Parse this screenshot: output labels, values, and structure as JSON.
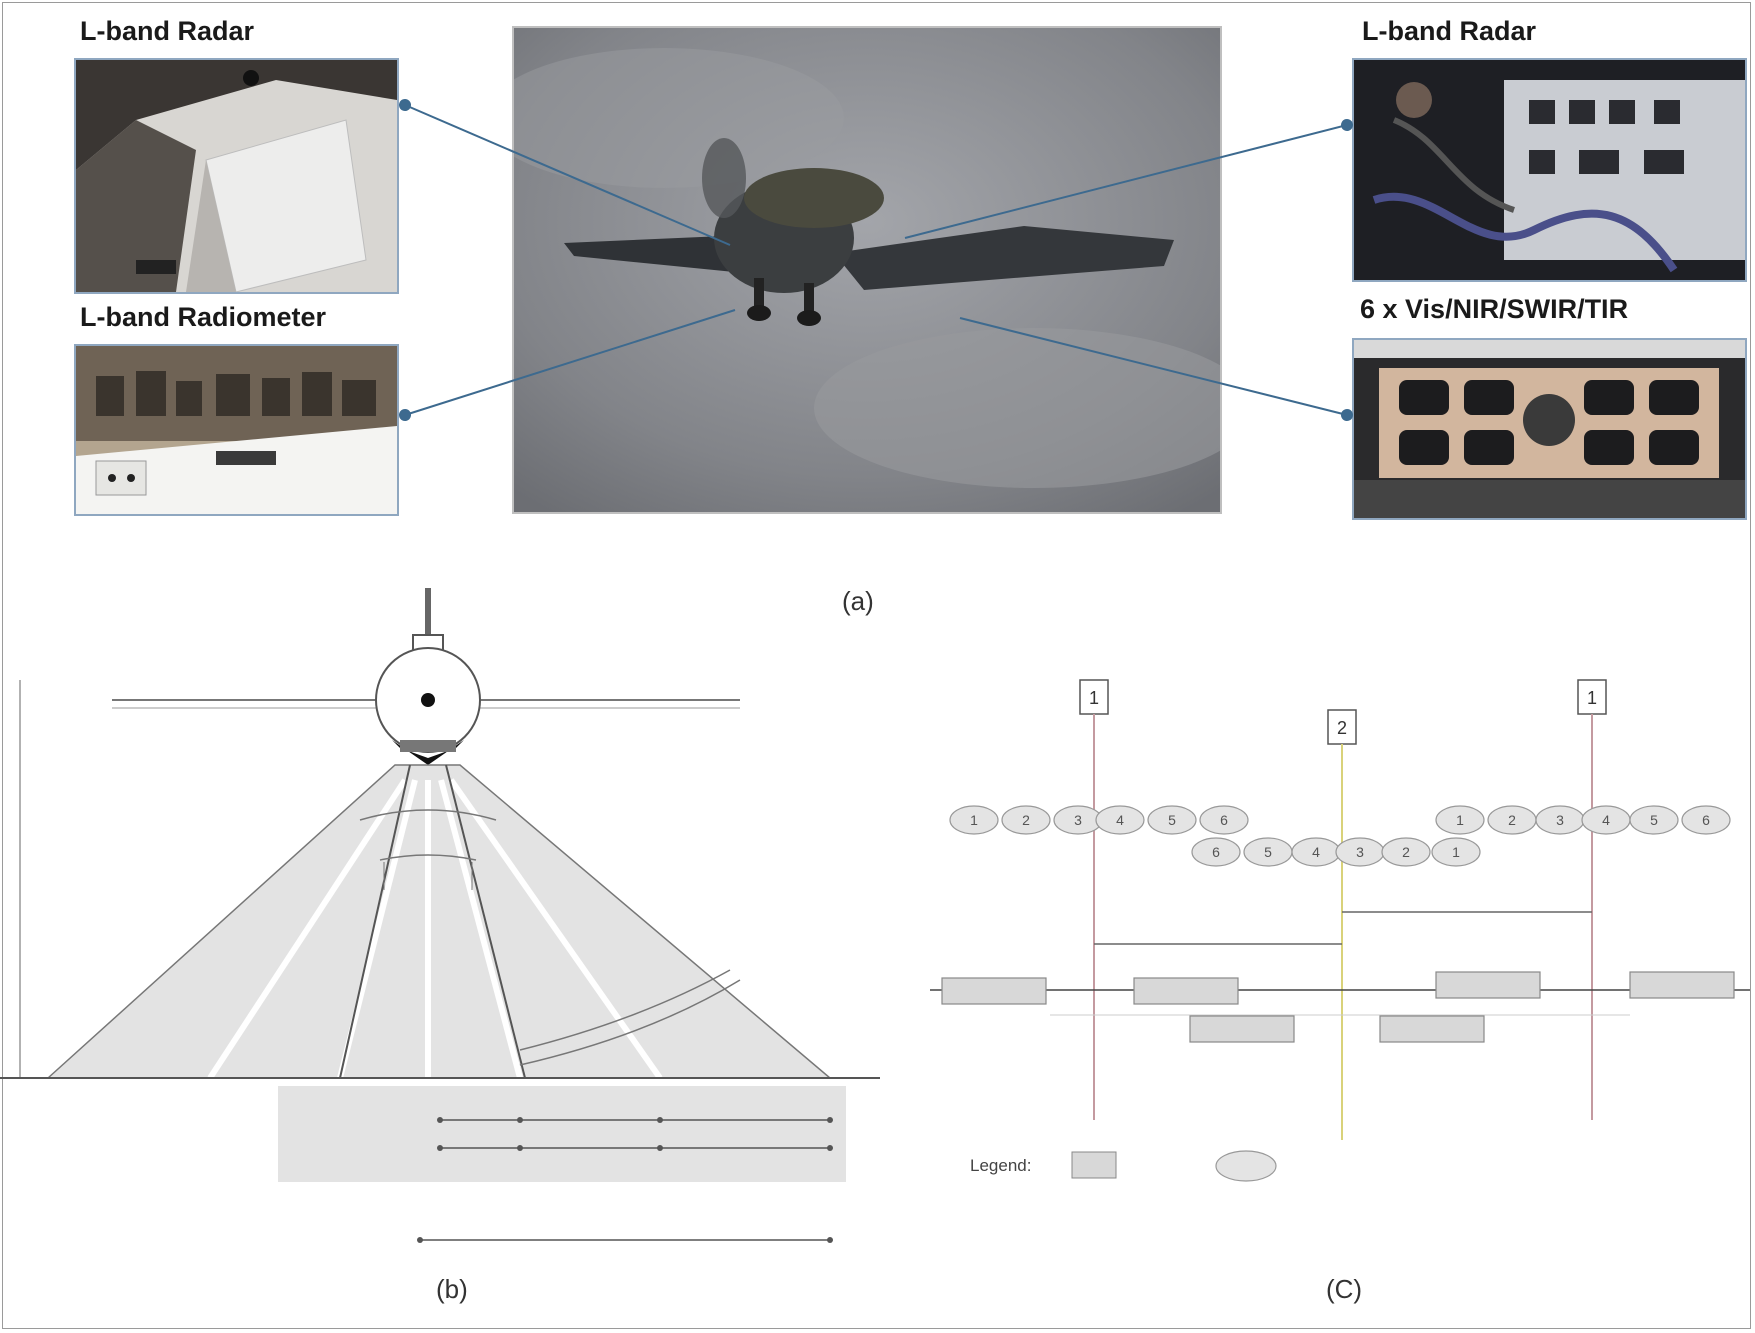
{
  "panel_a": {
    "labels": {
      "radar_left": "L-band Radar",
      "radiometer": "L-band Radiometer",
      "radar_right": "L-band Radar",
      "multispectral": "6 x Vis/NIR/SWIR/TIR"
    },
    "caption": "(a)"
  },
  "panel_b": {
    "caption": "(b)"
  },
  "panel_c": {
    "caption": "(C)",
    "markers": [
      "1",
      "2",
      "1"
    ],
    "row1_cells": [
      "1",
      "2",
      "3",
      "4",
      "5",
      "6",
      "1",
      "2",
      "3",
      "4",
      "5",
      "6"
    ],
    "row2_cells": [
      "6",
      "5",
      "4",
      "3",
      "2",
      "1"
    ],
    "legend_label": "Legend:"
  },
  "colors": {
    "photo_border": "#8fa7c0",
    "leader_line": "#3d6a8f",
    "marker_line_1": "#c49aa0",
    "marker_line_2": "#d9d27a",
    "ground_zone": "#e6e6e6",
    "sky": "#8d8f94"
  }
}
